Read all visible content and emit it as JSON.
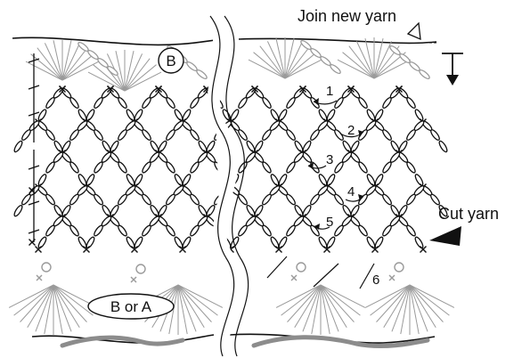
{
  "labels": {
    "join_new_yarn": "Join new yarn",
    "cut_yarn": "Cut yarn",
    "section_b": "B",
    "section_b_or_a": "B or A"
  },
  "row_numbers": [
    "1",
    "2",
    "3",
    "4",
    "5",
    "6"
  ],
  "icons": {
    "direction_arrow": "down-arrow-icon",
    "join_marker": "open-triangle-marker-icon",
    "cut_marker": "filled-triangle-marker-icon"
  },
  "colors": {
    "ink": "#111111",
    "gray_stitches": "#9a9a9a",
    "border_band": "#8c8c8c",
    "background": "#ffffff"
  }
}
